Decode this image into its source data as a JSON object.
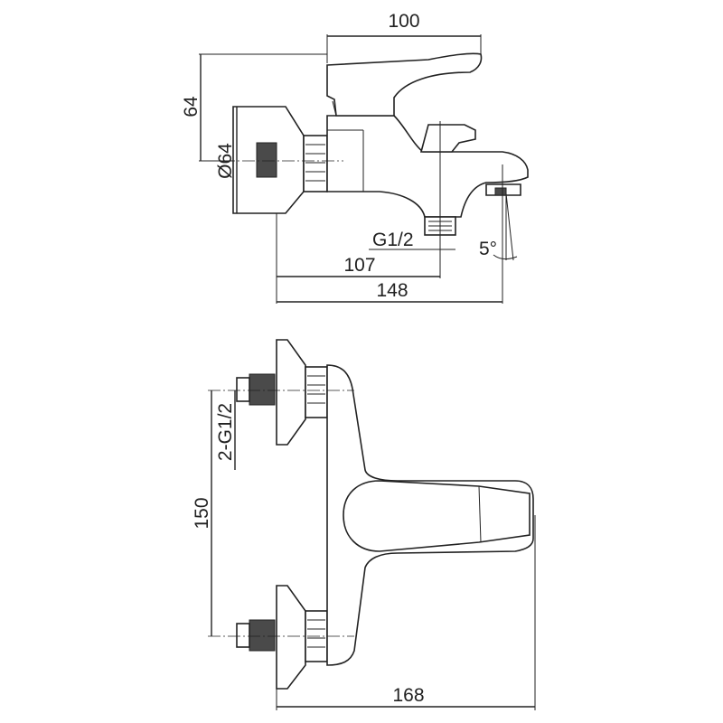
{
  "dimensions": {
    "handle_width": "100",
    "height": "64",
    "flange_diameter": "Ø64",
    "spout_connection": "G1/2",
    "outlet_offset": "107",
    "total_depth": "148",
    "spout_angle": "5°",
    "connections": "2-G1/2",
    "center_distance": "150",
    "total_length": "168"
  }
}
